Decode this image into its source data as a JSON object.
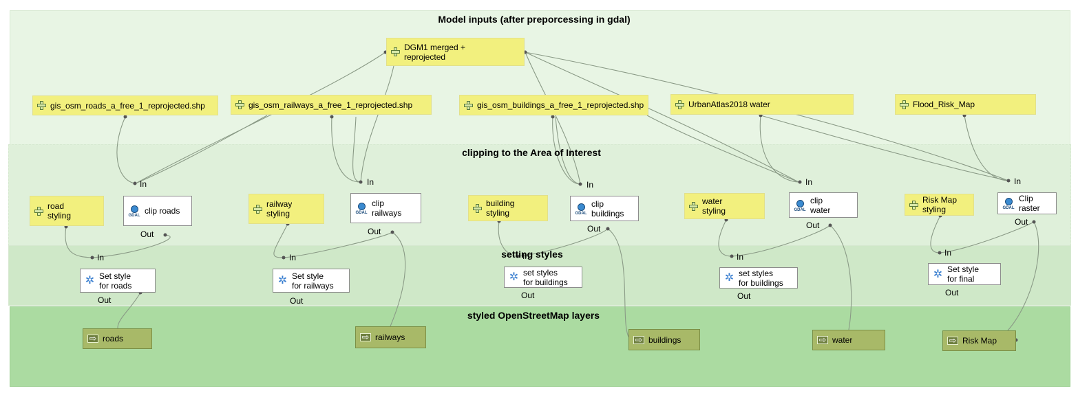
{
  "groups": {
    "inputs": "Model inputs (after preporcessing in gdal)",
    "clipping": "clipping to the Area of Interest",
    "styles": "setting styles",
    "outputs": "styled OpenStreetMap layers"
  },
  "inputs": {
    "dgm": "DGM1 merged +\nreprojected",
    "roads": "gis_osm_roads_a_free_1_reprojected.shp",
    "railways": "gis_osm_railways_a_free_1_reprojected.shp",
    "buildings": "gis_osm_buildings_a_free_1_reprojected.shp",
    "water": "UrbanAtlas2018 water",
    "flood": "Flood_Risk_Map",
    "road_styling": "road\nstyling",
    "railway_styling": "railway\nstyling",
    "building_styling": "building\nstyling",
    "water_styling": "water\nstyling",
    "risk_styling": "Risk Map\nstyling"
  },
  "algorithms": {
    "clip_roads": "clip roads",
    "clip_railways": "clip\nrailways",
    "clip_buildings": "clip\nbuildings",
    "clip_water": "clip\nwater",
    "clip_raster": "Clip\nraster",
    "style_roads": "Set style\nfor roads",
    "style_railways": "Set style\nfor railways",
    "style_buildings": "set styles\nfor buildings",
    "style_water": "set styles\nfor buildings",
    "style_final": "Set style\nfor final"
  },
  "outputs": {
    "roads": "roads",
    "railways": "railways",
    "buildings": "buildings",
    "water": "water",
    "risk": "Risk Map"
  },
  "ports": {
    "in": "In",
    "out": "Out"
  },
  "icons": {
    "input": "parameter-plus-icon",
    "gdal": "gdal-icon",
    "style": "gear-icon",
    "output": "output-arrow-icon"
  }
}
